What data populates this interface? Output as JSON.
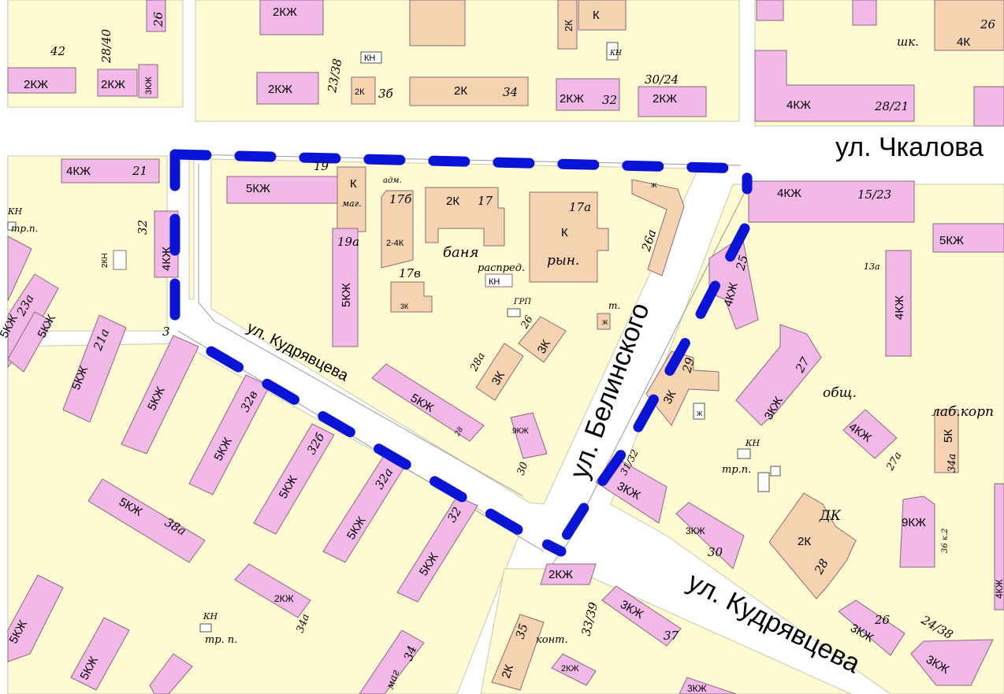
{
  "colors": {
    "block": "#fefbd2",
    "road": "#ffffff",
    "residential": "#f2b8e8",
    "nonresidential": "#f5d3b0",
    "outline": "#8a6a7a",
    "boundary": "#0a14d6",
    "text": "#000000"
  },
  "streets": [
    {
      "id": "chkalova",
      "label": "ул. Чкалова"
    },
    {
      "id": "belinskogo",
      "label": "ул. Белинского"
    },
    {
      "id": "kudryavtseva_main",
      "label": "ул. Кудрявцева"
    },
    {
      "id": "kudryavtseva_inner",
      "label": "ул. Кудрявцева"
    }
  ],
  "buildings": {
    "b1": "2КЖ",
    "b2": "2КЖ",
    "b3": "3КЖ",
    "b4": "2КЖ",
    "b5": "2КЖ",
    "b6": "2К",
    "b7": "2К",
    "b8": "2КЖ",
    "b9": "2КЖ",
    "b10": "2К",
    "b11": "4К",
    "b12": "4КЖ",
    "b13": "4КЖ",
    "b14": "5КЖ",
    "b15": "К",
    "b16": "2-4К",
    "b17": "2К",
    "b18": "К",
    "b19": "5КЖ",
    "b20": "4КЖ",
    "b21": "3К",
    "b22": "4КЖ",
    "b23": "5КЖ",
    "b24": "4КЖ",
    "b25": "4КЖ",
    "b26": "5КЖ",
    "b27": "5КЖ",
    "b28": "5КЖ",
    "b29": "5КЖ",
    "b30": "5КЖ",
    "b31": "5КЖ",
    "b32": "5КЖ",
    "b33": "3К",
    "b34": "3К",
    "b35": "5КЖ",
    "b36": "9КЖ",
    "b37": "3К",
    "b38": "3КЖ",
    "b39": "4КЖ",
    "b40": "5К",
    "b41": "3КЖ",
    "b42": "3КЖ",
    "b43": "2К",
    "b44": "9КЖ",
    "b45": "5КЖ",
    "b46": "2КЖ",
    "b47": "5КЖ",
    "b48": "5КЖ",
    "b49": "2КЖ",
    "b50": "3КЖ",
    "b51": "3КЖ",
    "b52": "3КЖ",
    "b53": "2К",
    "b54": "2КЖ",
    "b55": "3КЖ",
    "b56": "5КЖ",
    "b57": "К",
    "b58": "2К",
    "b59": "К",
    "b60": "КН",
    "b61": "КН",
    "b62": "2КН",
    "b63": "Ж",
    "b64": "Ж",
    "b65": "Ж",
    "b66": "4КЖ"
  },
  "numbers": {
    "n1": "42",
    "n2": "28/40",
    "n3": "26",
    "n4": "23/38",
    "n5": "3б",
    "n6": "34",
    "n7": "32",
    "n8": "30/24",
    "n9": "26",
    "n10": "28/21",
    "n11": "21",
    "n12": "19",
    "n13": "17б",
    "n14": "17",
    "n15": "17а",
    "n16": "19а",
    "n17": "17в",
    "n18": "26а",
    "n19": "15/23",
    "n20": "25",
    "n21": "13а",
    "n22": "32",
    "n23": "23а",
    "n24": "21а",
    "n25": "3",
    "n26": "32в",
    "n27": "32б",
    "n28": "32а",
    "n29": "32",
    "n30": "38а",
    "n31": "34а",
    "n32": "34",
    "n33": "28а",
    "n34": "26",
    "n35": "28",
    "n36": "30",
    "n37": "29",
    "n38": "27",
    "n39": "27а",
    "n40": "34а",
    "n41": "31/32",
    "n42": "30",
    "n43": "28",
    "n44": "36 к.2",
    "n45": "33/39",
    "n46": "35",
    "n47": "37",
    "n48": "26",
    "n49": "24/38"
  },
  "labels": {
    "shk": "шк.",
    "kn1": "КН",
    "mag": "маг.",
    "adm": "адм.",
    "banya": "баня",
    "raspred": "распред.",
    "ryn": "рын.",
    "grp": "ГРП",
    "t": "т.",
    "kn2": "КН",
    "trp1": "тр.п.",
    "obsch": "общ.",
    "labkorp": "лаб.корп",
    "kn3": "КН",
    "trp2": "тр.п.",
    "dk": "ДК",
    "kn4": "КН",
    "trp3": "тр. п.",
    "kont": "конт.",
    "mag2": "маг"
  }
}
